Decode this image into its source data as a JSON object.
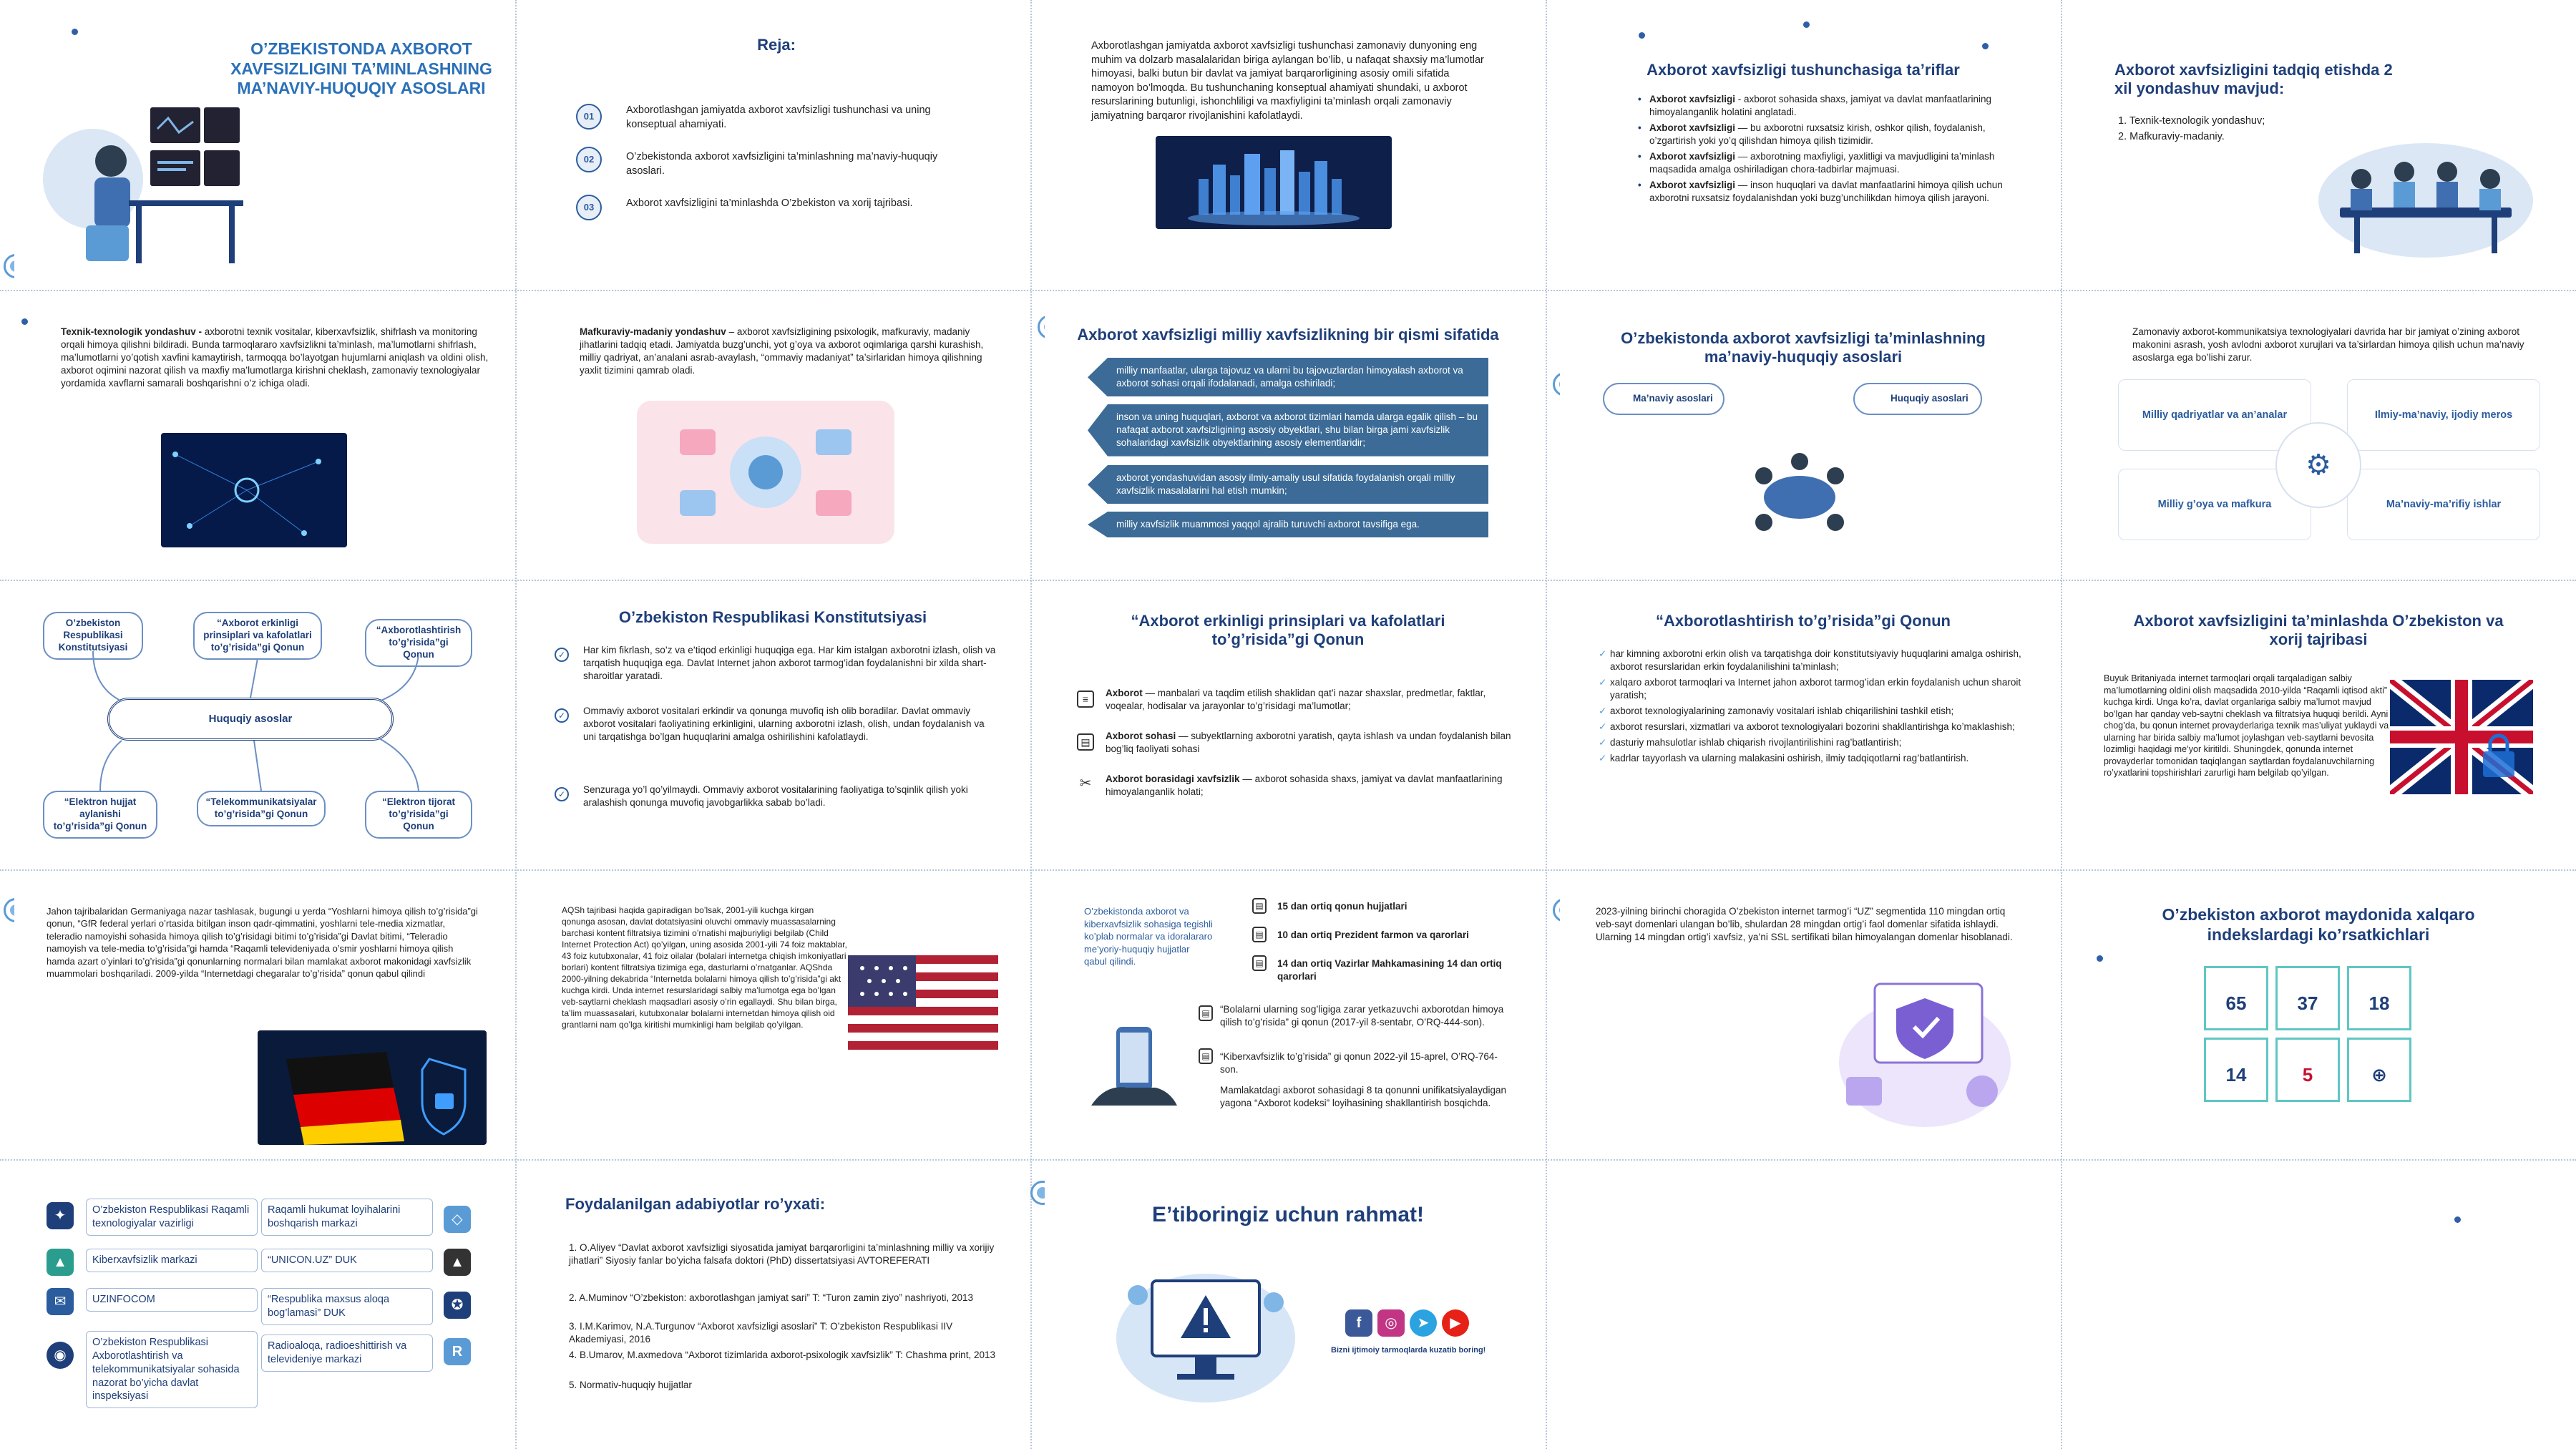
{
  "slides": {
    "s1": {
      "title": "O’ZBEKISTONDA AXBOROT XAVFSIZLIGINI TA’MINLASHNING MA’NAVIY-HUQUQIY ASOSLARI"
    },
    "s2": {
      "title": "Reja:",
      "items": [
        {
          "num": "01",
          "text": "Axborotlashgan jamiyatda axborot xavfsizligi tushunchasi va uning konseptual ahamiyati."
        },
        {
          "num": "02",
          "text": "O’zbekistonda axborot xavfsizligini ta’minlashning ma’naviy-huquqiy asoslari."
        },
        {
          "num": "03",
          "text": "Axborot xavfsizligini ta’minlashda O’zbekiston va xorij tajribasi."
        }
      ]
    },
    "s3": {
      "text": "Axborotlashgan jamiyatda axborot xavfsizligi tushunchasi zamonaviy dunyoning eng muhim va dolzarb masalalaridan biriga aylangan bo’lib, u nafaqat shaxsiy ma’lumotlar himoyasi, balki butun bir davlat va jamiyat barqarorligining asosiy omili sifatida namoyon bo’lmoqda. Bu tushunchaning konseptual ahamiyati shundaki, u axborot resurslarining butunligi, ishonchliligi va maxfiyligini ta’minlash orqali zamonaviy jamiyatning barqaror rivojlanishini kafolatlaydi."
    },
    "s4": {
      "title": "Axborot xavfsizligi tushunchasiga ta’riflar",
      "items": [
        {
          "term": "Axborot xavfsizligi",
          "text": " - axborot sohasida shaxs, jamiyat va davlat manfaatlarining himoyalanganlik holatini anglatadi."
        },
        {
          "term": "Axborot xavfsizligi",
          "text": " — bu axborotni ruxsatsiz kirish, oshkor qilish, foydalanish, o’zgartirish yoki yo’q qilishdan himoya qilish tizimidir."
        },
        {
          "term": "Axborot xavfsizligi",
          "text": " — axborotning maxfiyligi, yaxlitligi va mavjudligini ta’minlash maqsadida amalga oshiriladigan chora-tadbirlar majmuasi."
        },
        {
          "term": "Axborot xavfsizligi",
          "text": " — inson huquqlari va davlat manfaatlarini himoya qilish uchun axborotni ruxsatsiz foydalanishdan yoki buzg’unchilikdan himoya qilish jarayoni."
        }
      ]
    },
    "s5": {
      "title": "Axborot xavfsizligini tadqiq etishda 2 xil yondashuv mavjud:",
      "items": [
        "1.   Texnik-texnologik yondashuv;",
        "2.   Mafkuraviy-madaniy."
      ]
    },
    "s6": {
      "term": "Texnik-texnologik yondashuv -",
      "text": " axborotni texnik vositalar, kiberxavfsizlik, shifrlash va monitoring orqali himoya qilishni bildiradi. Bunda tarmoqlararo xavfsizlikni ta’minlash, ma’lumotlarni shifrlash, ma’lumotlarni yo’qotish xavfini kamaytirish, tarmoqqa bo’layotgan hujumlarni aniqlash va oldini olish, axborot oqimini nazorat qilish va maxfiy ma’lumotlarga kirishni cheklash, zamonaviy texnologiyalar yordamida xavflarni samarali boshqarishni o’z ichiga oladi."
    },
    "s7": {
      "term": "Mafkuraviy-madaniy yondashuv",
      "text": " – axborot xavfsizligining psixologik, mafkuraviy, madaniy jihatlarini tadqiq etadi. Jamiyatda buzg’unchi, yot g’oya va axborot oqimlariga qarshi kurashish, milliy qadriyat, an’analani asrab-avaylash, “ommaviy madaniyat” ta’sirlaridan himoya qilishning yaxlit tizimini qamrab oladi."
    },
    "s8": {
      "title": "Axborot xavfsizligi milliy xavfsizlikning bir qismi sifatida",
      "bands": [
        "milliy manfaatlar, ularga tajovuz va ularni bu tajovuzlardan himoyalash axborot va axborot sohasi orqali ifodalanadi, amalga oshiriladi;",
        "inson va uning huquqlari, axborot va axborot tizimlari hamda ularga egalik qilish – bu nafaqat axborot xavfsizligining asosiy obyektlari, shu bilan birga jami xavfsizlik sohalaridagi xavfsizlik obyektlarining asosiy elementlaridir;",
        "axborot yondashuvidan asosiy ilmiy-amaliy usul sifatida foydalanish orqali milliy xavfsizlik masalalarini hal etish mumkin;",
        "milliy xavfsizlik muammosi yaqqol ajralib turuvchi axborot tavsifiga ega."
      ]
    },
    "s9": {
      "title": "O’zbekistonda axborot xavfsizligi ta’minlashning ma’naviy-huquqiy asoslari",
      "left": "Ma’naviy asoslari",
      "right": "Huquqiy asoslari"
    },
    "s10": {
      "text": "Zamonaviy axborot-kommunikatsiya texnologiyalari davrida har bir jamiyat o’zining axborot makonini asrash, yosh avlodni axborot xurujlari va ta’sirlardan himoya qilish uchun ma’naviy asoslarga ega bo’lishi zarur.",
      "quads": [
        "Milliy qadriyatlar va an’analar",
        "Ilmiy-ma’naviy, ijodiy meros",
        "Milliy g’oya va mafkura",
        "Ma’naviy-ma’rifiy ishlar"
      ]
    },
    "s11": {
      "center": "Huquqiy asoslar",
      "top": [
        "O’zbekiston Respublikasi Konstitutsiyasi",
        "“Axborot erkinligi prinsiplari va kafolatlari to’g’risida”gi Qonun",
        "“Axborotlashtirish to’g’risida”gi Qonun"
      ],
      "bottom": [
        "“Elektron hujjat aylanishi to’g’risida”gi Qonun",
        "“Telekommunikatsiyalar to’g’risida”gi Qonun",
        "“Elektron tijorat to’g’risida”gi Qonun"
      ]
    },
    "s12": {
      "title": "O’zbekiston Respublikasi Konstitutsiyasi",
      "items": [
        "Har kim fikrlash, so’z va e’tiqod erkinligi huquqiga ega. Har kim istalgan axborotni izlash, olish va tarqatish huquqiga ega. Davlat Internet jahon axborot tarmog’idan foydalanishni bir xilda shart-sharoitlar yaratadi.",
        "Ommaviy axborot vositalari erkindir va qonunga muvofiq ish olib boradilar. Davlat ommaviy axborot vositalari faoliyatining erkinligini, ularning axborotni izlash, olish, undan foydalanish va uni tarqatishga bo’lgan huquqlarini amalga oshirilishini kafolatlaydi.",
        "Senzuraga yo’l qo’yilmaydi. Ommaviy axborot vositalarining faoliyatiga to’sqinlik qilish yoki aralashish qonunga muvofiq javobgarlikka sabab bo’ladi."
      ]
    },
    "s13": {
      "title": "“Axborot erkinligi prinsiplari va kafolatlari to’g’risida”gi Qonun",
      "items": [
        {
          "term": "Axborot",
          "text": " — manbalari va taqdim etilish shaklidan qat’i nazar shaxslar, predmetlar, faktlar, voqealar, hodisalar va jarayonlar to’g’risidagi ma’lumotlar;"
        },
        {
          "term": "Axborot sohasi",
          "text": " — subyektlarning axborotni yaratish, qayta ishlash va undan foydalanish bilan bog’liq faoliyati sohasi"
        },
        {
          "term": "Axborot borasidagi xavfsizlik",
          "text": " — axborot sohasida shaxs, jamiyat va davlat manfaatlarining himoyalanganlik holati;"
        }
      ]
    },
    "s14": {
      "title": "“Axborotlashtirish to’g’risida”gi Qonun",
      "items": [
        "har kimning axborotni erkin olish va tarqatishga doir konstitutsiyaviy huquqlarini amalga oshirish, axborot resurslaridan erkin foydalanilishini ta’minlash;",
        "xalqaro axborot tarmoqlari va Internet jahon axborot tarmog’idan erkin foydalanish uchun sharoit yaratish;",
        "axborot texnologiyalarining zamonaviy vositalari ishlab chiqarilishini tashkil etish;",
        "axborot resurslari, xizmatlari va axborot texnologiyalari bozorini shakllantirishga ko’maklashish;",
        "dasturiy mahsulotlar ishlab chiqarish rivojlantirilishini rag’batlantirish;",
        "kadrlar tayyorlash va ularning malakasini oshirish, ilmiy tadqiqotlarni rag’batlantirish."
      ]
    },
    "s15": {
      "title": "Axborot xavfsizligini ta’minlashda O’zbekiston va xorij tajribasi",
      "text": "Buyuk Britaniyada internet tarmoqlari orqali tarqaladigan salbiy ma’lumotlarning oldini olish maqsadida 2010-yilda “Raqamli iqtisod akti” kuchga kirdi. Unga ko’ra, davlat organlariga salbiy ma’lumot mavjud bo’lgan har qanday veb-saytni cheklash va filtratsiya huquqi berildi. Ayni chog’da, bu qonun internet provayderlariga texnik mas’uliyat yuklaydi va ularning har birida salbiy ma’lumot joylashgan veb-saytlarni bevosita lozimligi haqidagi me’yor kiritildi. Shuningdek, qonunda internet provayderlar tomonidan taqiqlangan saytlardan foydalanuvchilarning ro’yxatlarini topshirishlari zarurligi ham belgilab qo’yilgan."
    },
    "s16": {
      "text": "Jahon tajribalaridan Germaniyaga nazar tashlasak, bugungi u yerda “Yoshlarni himoya qilish to’g’risida”gi qonun, “GfR federal yerlari o’rtasida bitilgan inson qadr-qimmatini, yoshlarni tele-media xizmatlar, teleradio namoyishi sohasida himoya qilish to’g’risidagi bitimi to’g’risida”gi Davlat bitimi, “Teleradio namoyish va tele-media to’g’risida”gi hamda “Raqamli televideniyada o’smir yoshlarni himoya qilish hamda azart o’yinlari to’g’risida”gi qonunlarning normalari bilan mamlakat axborot makonidagi xavfsizlik muammolari boshqariladi. 2009-yilda “Internetdagi chegaralar to’g’risida” qonun qabul qilindi"
    },
    "s17": {
      "text": "AQSh tajribasi haqida gapiradigan bo’lsak, 2001-yili kuchga kirgan qonunga asosan, davlat dotatsiyasini oluvchi ommaviy muassasalarning barchasi kontent filtratsiya tizimini o’rnatishi majburiyligi belgilab (Child Internet Protection Act) qo’yilgan, uning asosida 2001-yili 74 foiz maktablar, 43 foiz kutubxonalar, 41 foiz oilalar (bolalari internetga chiqish imkoniyatlari borlari) kontent filtratsiya tizimiga ega, dasturlarni o’rnatganlar. AQShda 2000-yilning dekabrida “Internetda bolalarni himoya qilish to’g’risida”gi akt kuchga kirdi. Unda internet resurslaridagi salbiy ma’lumotga ega bo’lgan veb-saytlarni cheklash maqsadlari asosiy o’rin egallaydi. Shu bilan birga, ta’lim muassasalari, kutubxonalar bolalarni internetdan himoya qilish oid grantlarni nam qo’lga kiritishi mumkinligi ham belgilab qo’yilgan."
    },
    "s18": {
      "left": "O’zbekistonda axborot va kiberxavfsizlik sohasiga tegishli ko’plab normalar va idoralararo me’yoriy-huquqiy hujjatlar qabul qilindi.",
      "items": [
        "15 dan ortiq qonun hujjatlari",
        "10 dan ortiq Prezident farmon va qarorlari",
        "14 dan ortiq Vazirlar Mahkamasining 14 dan ortiq qarorlari",
        "“Bolalarni ularning sog’ligiga zarar yetkazuvchi axborotdan himoya qilish to’g’risida” gi qonun (2017-yil 8-sentabr, O’RQ-444-son).",
        "“Kiberxavfsizlik to’g’risida” gi qonun 2022-yil 15-aprel, O’RQ-764-son.",
        "Mamlakatdagi axborot sohasidagi 8 ta qonunni unifikatsiyalaydigan yagona “Axborot kodeksi” loyihasining shakllantirish bosqichda."
      ]
    },
    "s19": {
      "text": "2023-yilning birinchi choragida O’zbekiston internet tarmog’i “UZ” segmentida 110 mingdan ortiq veb-sayt domenlari ulangan bo’lib, shulardan 28 mingdan ortig’i faol domenlar sifatida ishlaydi. Ularning 14 mingdan ortig’i xavfsiz, ya’ni SSL sertifikati bilan himoyalangan domenlar hisoblanadi."
    },
    "s20": {
      "title": "O’zbekiston axborot maydonida xalqaro indekslardagi ko’rsatkichlari",
      "stats": [
        "65",
        "37",
        "18",
        "14",
        "5",
        "⊕"
      ]
    },
    "s21": {
      "left": [
        "O’zbekiston Respublikasi Raqamli texnologiyalar vazirligi",
        "Kiberxavfsizlik markazi",
        "UZINFOCOM",
        "O’zbekiston Respublikasi Axborotlashtirish va telekommunikatsiyalar sohasida nazorat bo’yicha davlat inspeksiyasi"
      ],
      "right": [
        "Raqamli hukumat loyihalarini boshqarish markazi",
        "“UNICON.UZ” DUK",
        "“Respublika maxsus aloqa bog’lamasi” DUK",
        "Radioaloqa, radioeshittirish va televideniye markazi"
      ]
    },
    "s22": {
      "title": "Foydalanilgan adabiyotlar ro’yxati:",
      "items": [
        "1. O.Aliyev “Davlat axborot xavfsizligi siyosatida jamiyat barqarorligini ta’minlashning milliy va xorijiy jihatlari” Siyosiy fanlar bo’yicha falsafa doktori (PhD) dissertatsiyasi AVTOREFERATI",
        "2. A.Muminov “O’zbekiston: axborotlashgan jamiyat sari” T: “Turon zamin ziyo” nashriyoti, 2013",
        "3. I.M.Karimov, N.A.Turgunov “Axborot xavfsizligi asoslari” T: O’zbekiston Respublikasi IIV Akademiyasi, 2016",
        "4. B.Umarov, M.axmedova “Axborot tizimlarida axborot-psixologik xavfsizlik” T: Chashma print, 2013",
        "5. Normativ-huquqiy hujjatlar"
      ]
    },
    "s23": {
      "title": "E’tiboringiz uchun rahmat!",
      "footer": "Bizni ijtimoiy tarmoqlarda kuzatib boring!"
    }
  },
  "colors": {
    "accent": "#1f3f7a",
    "ring": "#5b9bd5",
    "band": "#3b6b96"
  }
}
